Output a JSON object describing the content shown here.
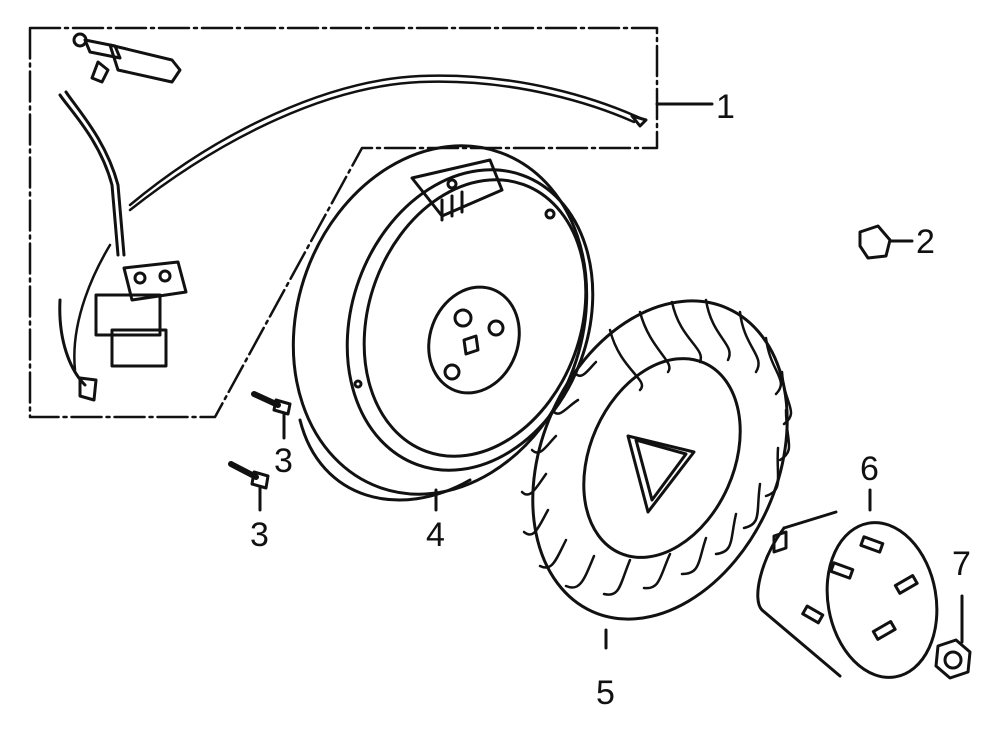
{
  "diagram": {
    "callouts": {
      "c1": "1",
      "c2": "2",
      "c3a": "3",
      "c3b": "3",
      "c4": "4",
      "c5": "5",
      "c6": "6",
      "c7": "7"
    }
  }
}
